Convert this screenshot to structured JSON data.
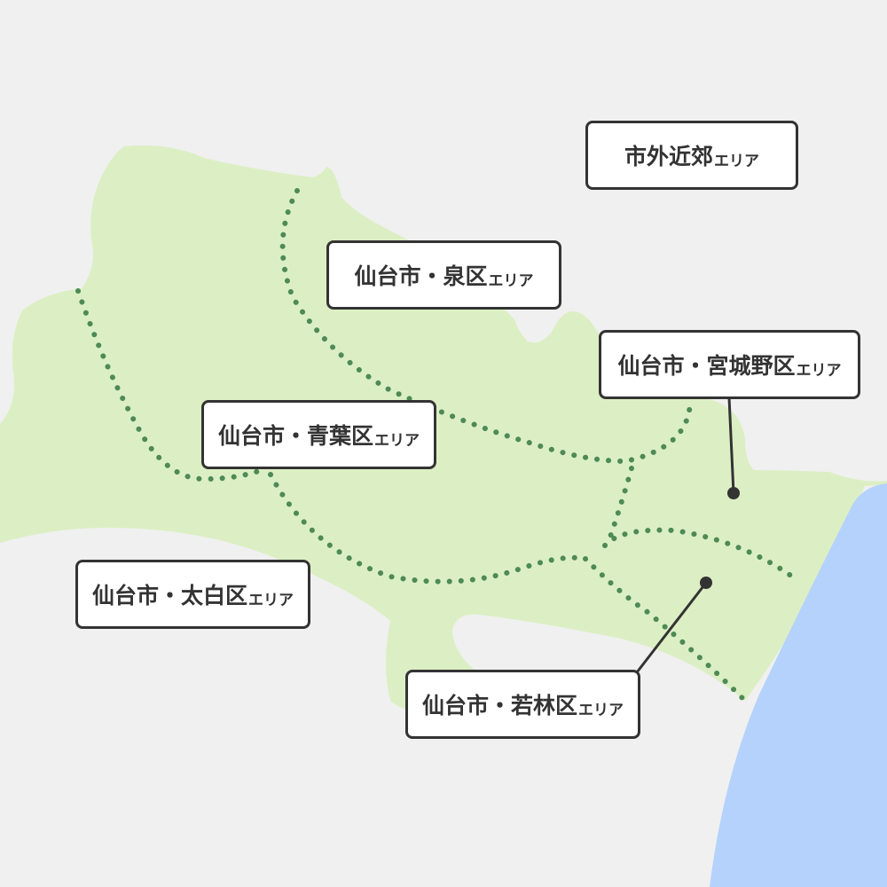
{
  "map": {
    "colors": {
      "background": "#f0f0f0",
      "city_land": "#dcefc4",
      "sea": "#b4d2fc",
      "boundary": "#4e8a55",
      "label_border": "#333333",
      "leader_line": "#333333"
    },
    "areas": [
      {
        "id": "suburbs",
        "name": "市外近郊",
        "suffix": "エリア"
      },
      {
        "id": "izumi",
        "name": "仙台市・泉区",
        "suffix": "エリア"
      },
      {
        "id": "miyagino",
        "name": "仙台市・宮城野区",
        "suffix": "エリア"
      },
      {
        "id": "aoba",
        "name": "仙台市・青葉区",
        "suffix": "エリア"
      },
      {
        "id": "taihaku",
        "name": "仙台市・太白区",
        "suffix": "エリア"
      },
      {
        "id": "wakabayashi",
        "name": "仙台市・若林区",
        "suffix": "エリア"
      }
    ]
  }
}
